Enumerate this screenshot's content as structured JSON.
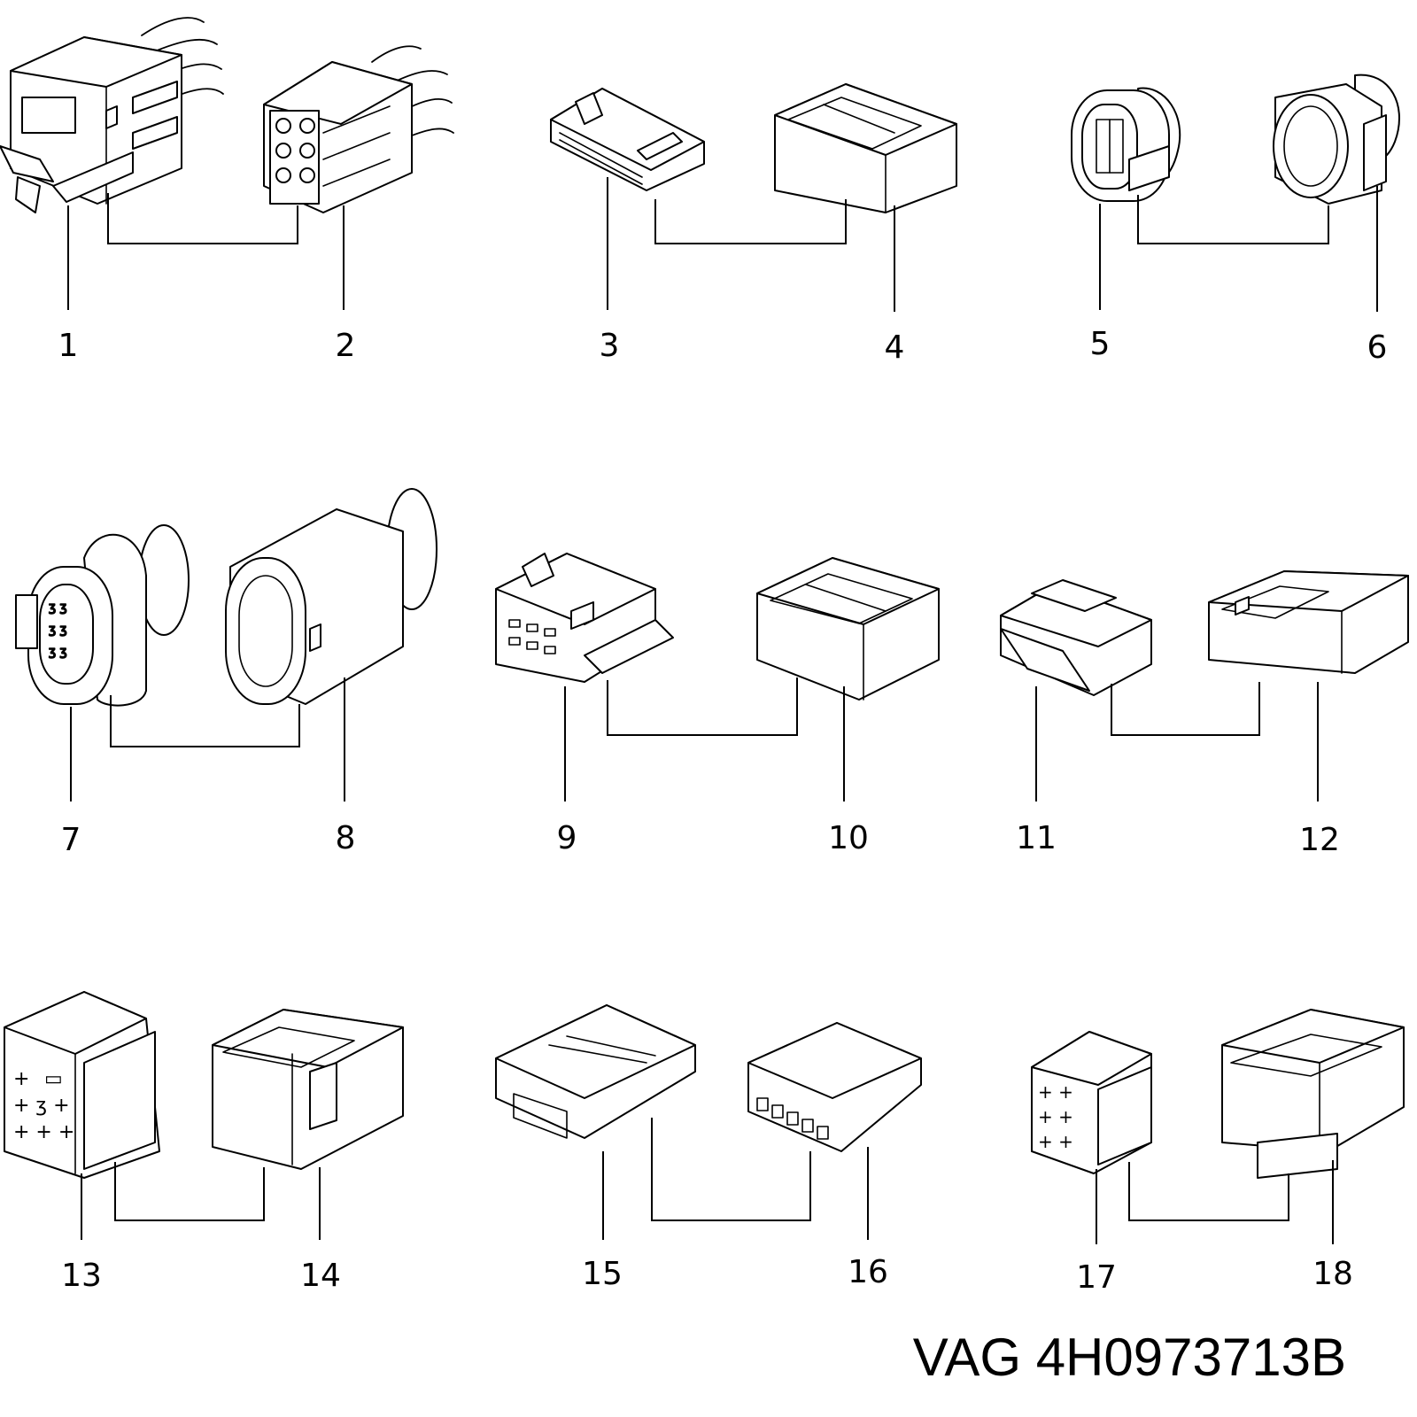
{
  "caption": "VAG 4H0973713B",
  "callouts": {
    "p1": "1",
    "p2": "2",
    "p3": "3",
    "p4": "4",
    "p5": "5",
    "p6": "6",
    "p7": "7",
    "p8": "8",
    "p9": "9",
    "p10": "10",
    "p11": "11",
    "p12": "12",
    "p13": "13",
    "p14": "14",
    "p15": "15",
    "p16": "16",
    "p17": "17",
    "p18": "18"
  },
  "pairs": [
    [
      "1",
      "2"
    ],
    [
      "3",
      "4"
    ],
    [
      "5",
      "6"
    ],
    [
      "7",
      "8"
    ],
    [
      "9",
      "10"
    ],
    [
      "11",
      "12"
    ],
    [
      "13",
      "14"
    ],
    [
      "15",
      "16"
    ],
    [
      "17",
      "18"
    ]
  ],
  "colors": {
    "line": "#000000",
    "background": "#ffffff"
  }
}
